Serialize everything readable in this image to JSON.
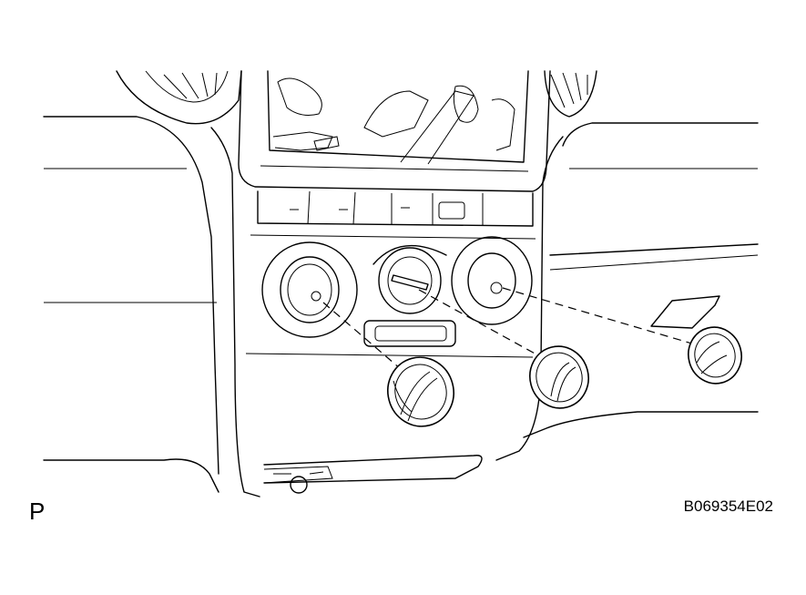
{
  "figure": {
    "view_mark": "P",
    "figure_id": "B069354E02",
    "subject": "heater-control-knobs-removal",
    "colors": {
      "line": "#000000",
      "background": "#ffffff"
    },
    "knob_count": 3
  }
}
